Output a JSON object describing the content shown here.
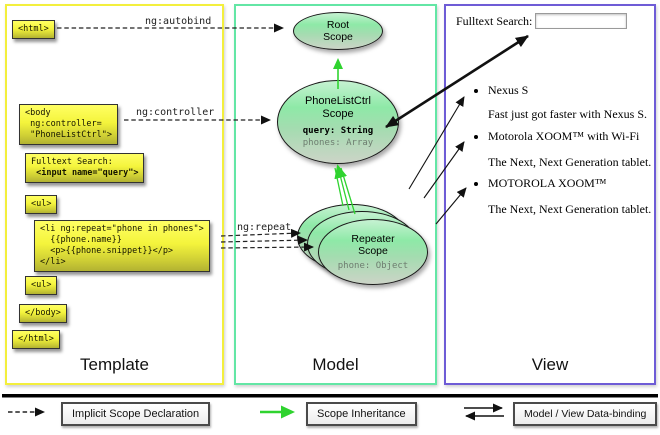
{
  "panels": {
    "template": {
      "label": "Template"
    },
    "model": {
      "label": "Model"
    },
    "view": {
      "label": "View"
    }
  },
  "template_boxes": {
    "html_open": "<html>",
    "body_open": "<body\n ng:controller=\n \"PhoneListCtrl\">",
    "fulltext_line1": "Fulltext Search:",
    "fulltext_line2": " <input name=\"query\">",
    "ul_open": "<ul>",
    "li_repeat": "<li ng:repeat=\"phone in phones\">\n  {{phone.name}}\n  <p>{{phone.snippet}}</p>\n</li>",
    "ul_close": "<ul>",
    "body_close": "</body>",
    "html_close": "</html>"
  },
  "edge_labels": {
    "autobind": "ng:autobind",
    "controller": "ng:controller",
    "repeat": "ng:repeat"
  },
  "scopes": {
    "root": {
      "title": "Root\nScope"
    },
    "phonelist": {
      "title": "PhoneListCtrl\nScope",
      "prop_query": "query: String",
      "prop_phones": "phones: Array"
    },
    "repeater": {
      "title": "Repeater\nScope",
      "prop_phone": "phone: Object"
    }
  },
  "view": {
    "search_label": "Fulltext Search:",
    "search_value": "",
    "items": [
      {
        "title": "Nexus S",
        "desc": "Fast just got faster with Nexus S."
      },
      {
        "title": "Motorola XOOM™ with Wi-Fi",
        "desc": "The Next, Next Generation tablet."
      },
      {
        "title": "MOTOROLA XOOM™",
        "desc": "The Next, Next Generation tablet."
      }
    ]
  },
  "legend": {
    "implicit": "Implicit Scope Declaration",
    "inheritance": "Scope Inheritance",
    "databinding": "Model / View Data-binding"
  },
  "colors": {
    "template_border": "#f3ef3d",
    "model_border": "#63e6a5",
    "view_border": "#6e5cd6",
    "scope_green": "#8ee9a7",
    "codebox_yellow": "#f4f43c",
    "arrow_green": "#2fd32f"
  }
}
